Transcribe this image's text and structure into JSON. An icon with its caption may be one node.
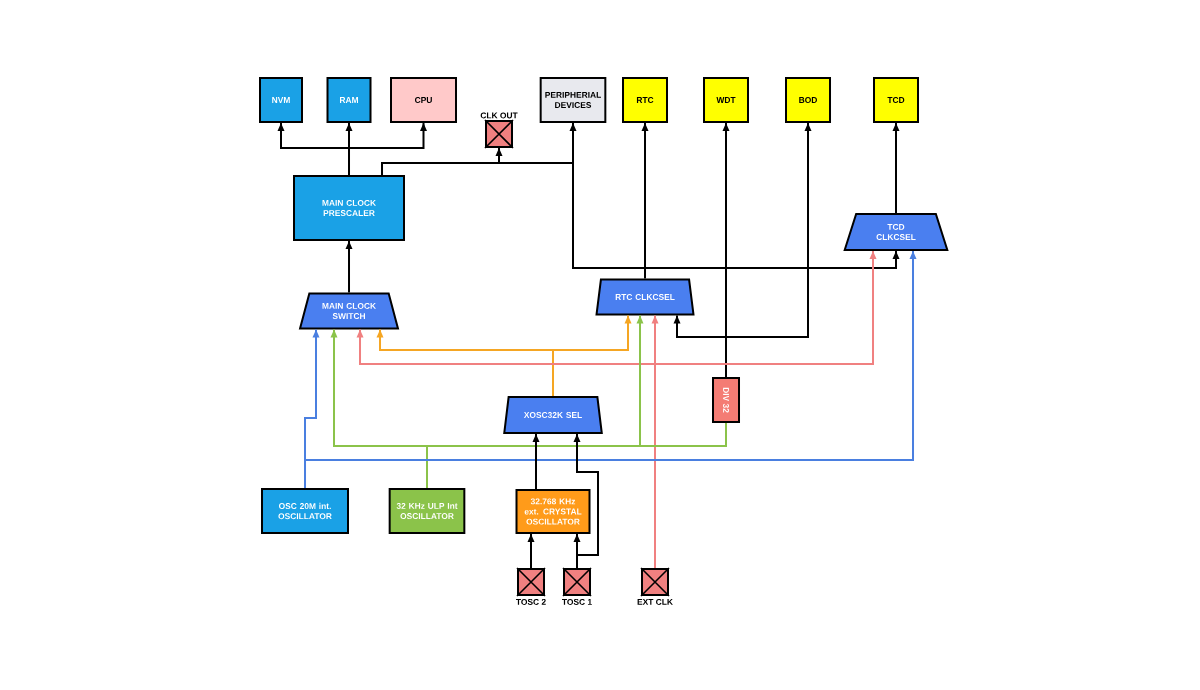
{
  "diagram": {
    "nodes": [
      {
        "text": [
          "NVM"
        ]
      },
      {
        "text": [
          "RAM"
        ]
      },
      {
        "text": [
          "CPU"
        ]
      },
      {
        "text": [
          "CLK OUT"
        ]
      },
      {
        "text": [
          "PERIPHERIAL DEVICES"
        ]
      },
      {
        "text": [
          "RTC"
        ]
      },
      {
        "text": [
          "WDT"
        ]
      },
      {
        "text": [
          "BOD"
        ]
      },
      {
        "text": [
          "TCD"
        ]
      },
      {
        "text": [
          "MAIN CLOCK PRESCALER"
        ]
      },
      {
        "text": [
          "TCD CLKCSEL"
        ]
      },
      {
        "text": [
          "MAIN CLOCK SWITCH"
        ]
      },
      {
        "text": [
          "RTC CLKCSEL"
        ]
      },
      {
        "text": [
          "DIV 32"
        ]
      },
      {
        "text": [
          "XOSC32K SEL"
        ]
      },
      {
        "text": [
          "OSC 20M int. OSCILLATOR"
        ]
      },
      {
        "text": [
          "32 KHz ULP Int OSCILLATOR"
        ]
      },
      {
        "text": [
          "32.768 KHz ext. CRYSTAL OSCILLATOR"
        ]
      },
      {
        "text": [
          "TOSC 2"
        ]
      },
      {
        "text": [
          "TOSC 1"
        ]
      },
      {
        "text": [
          "EXT CLK"
        ]
      }
    ],
    "edges": [
      {
        "from": 9,
        "to": 0,
        "arrow": "to"
      },
      {
        "from": 9,
        "to": 1,
        "arrow": "to"
      },
      {
        "from": 9,
        "to": 2,
        "arrow": "to"
      },
      {
        "from": 9,
        "to": 3,
        "arrow": "to"
      },
      {
        "from": 9,
        "to": 4,
        "arrow": "to"
      },
      {
        "from": 9,
        "to": 10,
        "arrow": "to"
      },
      {
        "from": 11,
        "to": 9,
        "arrow": "to"
      },
      {
        "from": 10,
        "to": 8,
        "arrow": "to"
      },
      {
        "from": 12,
        "to": 5,
        "arrow": "to"
      },
      {
        "from": 13,
        "to": 6,
        "arrow": "to"
      },
      {
        "from": 12,
        "to": 7,
        "arrow": "both"
      },
      {
        "from": 14,
        "to": 11,
        "arrow": "to",
        "color": "#f5a623"
      },
      {
        "from": 14,
        "to": 12,
        "arrow": "to",
        "color": "#f5a623"
      },
      {
        "from": 20,
        "to": 11,
        "arrow": "to",
        "color": "#f08080"
      },
      {
        "from": 20,
        "to": 12,
        "arrow": "to",
        "color": "#f08080"
      },
      {
        "from": 20,
        "to": 10,
        "arrow": "to",
        "color": "#f08080"
      },
      {
        "from": 16,
        "to": 11,
        "arrow": "to",
        "color": "#8bc34a"
      },
      {
        "from": 16,
        "to": 12,
        "arrow": "to",
        "color": "#8bc34a"
      },
      {
        "from": 16,
        "to": 13,
        "arrow": "none",
        "color": "#8bc34a"
      },
      {
        "from": 15,
        "to": 11,
        "arrow": "to",
        "color": "#4a7fe0"
      },
      {
        "from": 15,
        "to": 10,
        "arrow": "to",
        "color": "#4a7fe0"
      },
      {
        "from": 17,
        "to": 14,
        "arrow": "to"
      },
      {
        "from": 18,
        "to": 17,
        "arrow": "to"
      },
      {
        "from": 19,
        "to": 17,
        "arrow": "to"
      },
      {
        "from": 19,
        "to": 14,
        "arrow": "to"
      }
    ]
  }
}
